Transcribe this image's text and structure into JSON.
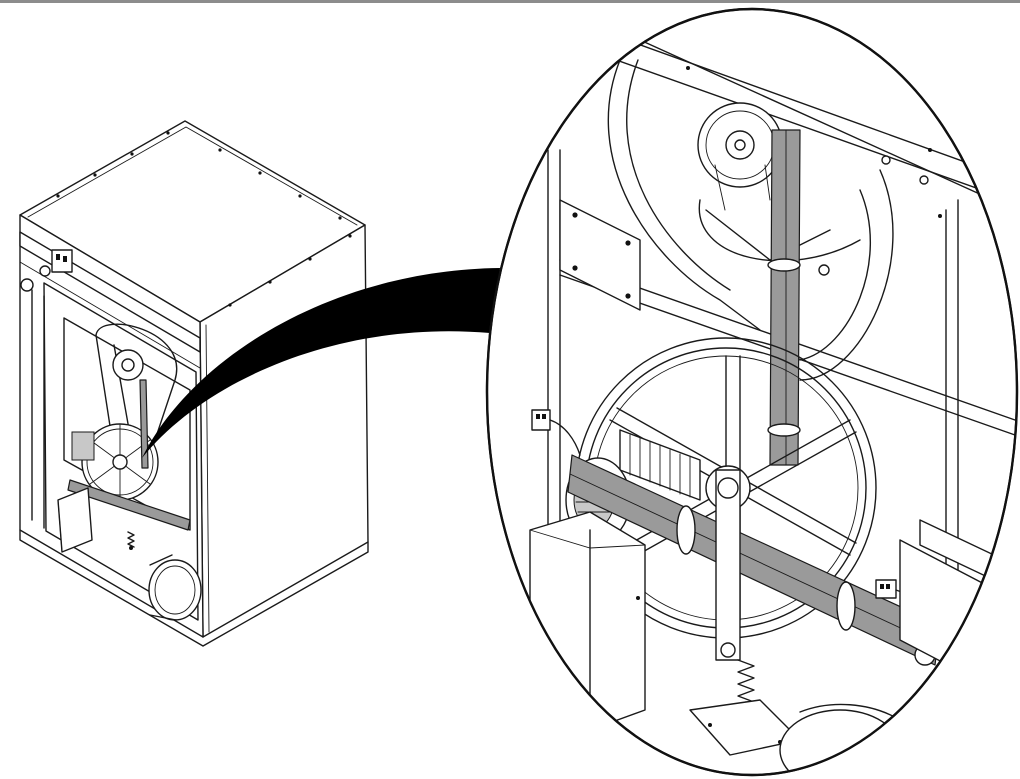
{
  "figure": {
    "colors": {
      "line": "#1a1a1a",
      "background": "#ffffff",
      "highlight_bar": "#9a9a9a",
      "callout": "#000000",
      "top_rule": "#8c8c8c"
    },
    "parts": [
      "machine-cabinet",
      "back-panel-opening",
      "drive-pulley-large",
      "motor-pulley-small",
      "drive-belt",
      "tension-arm",
      "tension-spring",
      "exhaust-duct",
      "control-box",
      "magnified-detail-view",
      "callout-pointer"
    ]
  }
}
